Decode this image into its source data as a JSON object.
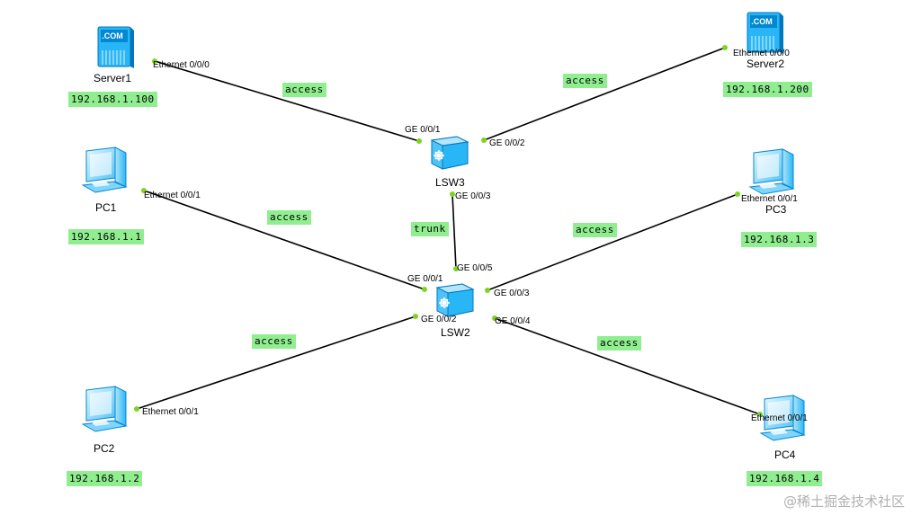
{
  "devices": {
    "server1": {
      "name": "Server1",
      "ip": "192.168.1.100",
      "port": "Ethernet 0/0/0"
    },
    "server2": {
      "name": "Server2",
      "ip": "192.168.1.200",
      "port": "Ethernet 0/0/0"
    },
    "pc1": {
      "name": "PC1",
      "ip": "192.168.1.1",
      "port": "Ethernet 0/0/1"
    },
    "pc2": {
      "name": "PC2",
      "ip": "192.168.1.2",
      "port": "Ethernet 0/0/1"
    },
    "pc3": {
      "name": "PC3",
      "ip": "192.168.1.3",
      "port": "Ethernet 0/0/1"
    },
    "pc4": {
      "name": "PC4",
      "ip": "192.168.1.4",
      "port": "Ethernet 0/0/1"
    },
    "lsw3": {
      "name": "LSW3",
      "ports": {
        "g1": "GE 0/0/1",
        "g2": "GE 0/0/2",
        "g3": "GE 0/0/3"
      }
    },
    "lsw2": {
      "name": "LSW2",
      "ports": {
        "g1": "GE 0/0/1",
        "g2": "GE 0/0/2",
        "g3": "GE 0/0/3",
        "g4": "GE 0/0/4",
        "g5": "GE 0/0/5"
      }
    },
    "server_icon_text": ".COM"
  },
  "links": {
    "server1_lsw3": "access",
    "server2_lsw3": "access",
    "pc1_lsw2": "access",
    "lsw3_lsw2": "trunk",
    "pc3_lsw2": "access",
    "pc2_lsw2": "access",
    "pc4_lsw2": "access"
  },
  "colors": {
    "link": "#000000",
    "port_dot": "#7ed321",
    "tag_bg": "#90ee90",
    "device": "#4fc3f7"
  },
  "watermark": "@稀土掘金技术社区"
}
